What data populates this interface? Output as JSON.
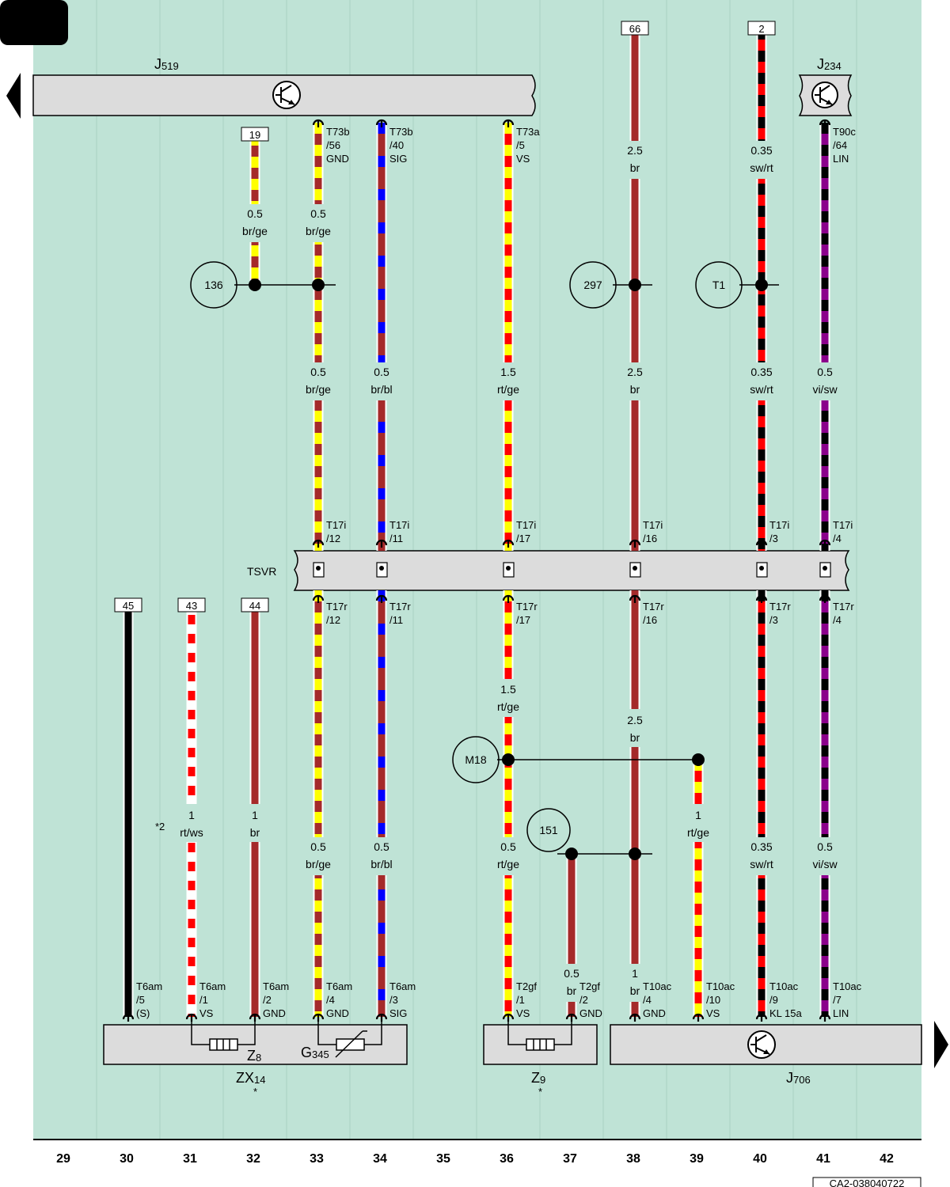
{
  "page_tab": "",
  "components": {
    "J519": {
      "main": "J",
      "sub": "519"
    },
    "J234": {
      "main": "J",
      "sub": "234"
    },
    "TSVR": "TSVR",
    "ZX14": {
      "main": "ZX",
      "sub": "14",
      "star": "*"
    },
    "Z8": {
      "main": "Z",
      "sub": "8"
    },
    "G345": {
      "main": "G",
      "sub": "345"
    },
    "Z9": {
      "main": "Z",
      "sub": "9",
      "star": "*"
    },
    "J706": {
      "main": "J",
      "sub": "706"
    },
    "note_2": "*2"
  },
  "refs": {
    "r19": "19",
    "r66": "66",
    "r2": "2",
    "r45": "45",
    "r43": "43",
    "r44": "44"
  },
  "nodes": {
    "n136": "136",
    "n297": "297",
    "nT1": "T1",
    "nM18": "M18",
    "n151": "151"
  },
  "pins": {
    "w33_top": [
      "T73b",
      "/56",
      "GND"
    ],
    "w34_top": [
      "T73b",
      "/40",
      "SIG"
    ],
    "w36_top": [
      "T73a",
      "/5",
      "VS"
    ],
    "w41_top": [
      "T90c",
      "/64",
      "LIN"
    ],
    "t17i_33": [
      "T17i",
      "/12"
    ],
    "t17i_34": [
      "T17i",
      "/11"
    ],
    "t17i_36": [
      "T17i",
      "/17"
    ],
    "t17i_38": [
      "T17i",
      "/16"
    ],
    "t17i_40": [
      "T17i",
      "/3"
    ],
    "t17i_41": [
      "T17i",
      "/4"
    ],
    "t17r_33": [
      "T17r",
      "/12"
    ],
    "t17r_34": [
      "T17r",
      "/11"
    ],
    "t17r_36": [
      "T17r",
      "/17"
    ],
    "t17r_38": [
      "T17r",
      "/16"
    ],
    "t17r_40": [
      "T17r",
      "/3"
    ],
    "t17r_41": [
      "T17r",
      "/4"
    ],
    "b30": [
      "T6am",
      "/5",
      "(S)"
    ],
    "b31": [
      "T6am",
      "/1",
      "VS"
    ],
    "b32": [
      "T6am",
      "/2",
      "GND"
    ],
    "b33": [
      "T6am",
      "/4",
      "GND"
    ],
    "b34": [
      "T6am",
      "/3",
      "SIG"
    ],
    "b36": [
      "T2gf",
      "/1",
      "VS"
    ],
    "b37": [
      "T2gf",
      "/2",
      "GND"
    ],
    "b38": [
      "T10ac",
      "/4",
      "GND"
    ],
    "b39": [
      "T10ac",
      "/10",
      "VS"
    ],
    "b40": [
      "T10ac",
      "/9",
      "KL 15a"
    ],
    "b41": [
      "T10ac",
      "/7",
      "LIN"
    ]
  },
  "wires": {
    "w32u": [
      "0.5",
      "br/ge"
    ],
    "w33u": [
      "0.5",
      "br/ge"
    ],
    "w38u": [
      "2.5",
      "br"
    ],
    "w40u": [
      "0.35",
      "sw/rt"
    ],
    "w33m": [
      "0.5",
      "br/ge"
    ],
    "w34m": [
      "0.5",
      "br/bl"
    ],
    "w36m": [
      "1.5",
      "rt/ge"
    ],
    "w38m": [
      "2.5",
      "br"
    ],
    "w40m": [
      "0.35",
      "sw/rt"
    ],
    "w41m": [
      "0.5",
      "vi/sw"
    ],
    "w31l": [
      "1",
      "rt/ws"
    ],
    "w32l": [
      "1",
      "br"
    ],
    "w33l": [
      "0.5",
      "br/ge"
    ],
    "w34l": [
      "0.5",
      "br/bl"
    ],
    "w36l1": [
      "1.5",
      "rt/ge"
    ],
    "w36l2": [
      "0.5",
      "rt/ge"
    ],
    "w37l": [
      "0.5",
      "br"
    ],
    "w38l1": [
      "2.5",
      "br"
    ],
    "w38l2": [
      "1",
      "br"
    ],
    "w39l": [
      "1",
      "rt/ge"
    ],
    "w40l": [
      "0.35",
      "sw/rt"
    ],
    "w41l": [
      "0.5",
      "vi/sw"
    ]
  },
  "columns": [
    "29",
    "30",
    "31",
    "32",
    "33",
    "34",
    "35",
    "36",
    "37",
    "38",
    "39",
    "40",
    "41",
    "42"
  ],
  "doc_id": "CA2-038040722",
  "colors": {
    "background": "#bfe3d6",
    "box": "#dcdcdc",
    "br": "#a52a2a",
    "ge": "#ffff00",
    "rt": "#ff0000",
    "bl": "#0000ff",
    "sw": "#000000",
    "vi": "#8b008b",
    "ws": "#ffffff"
  }
}
